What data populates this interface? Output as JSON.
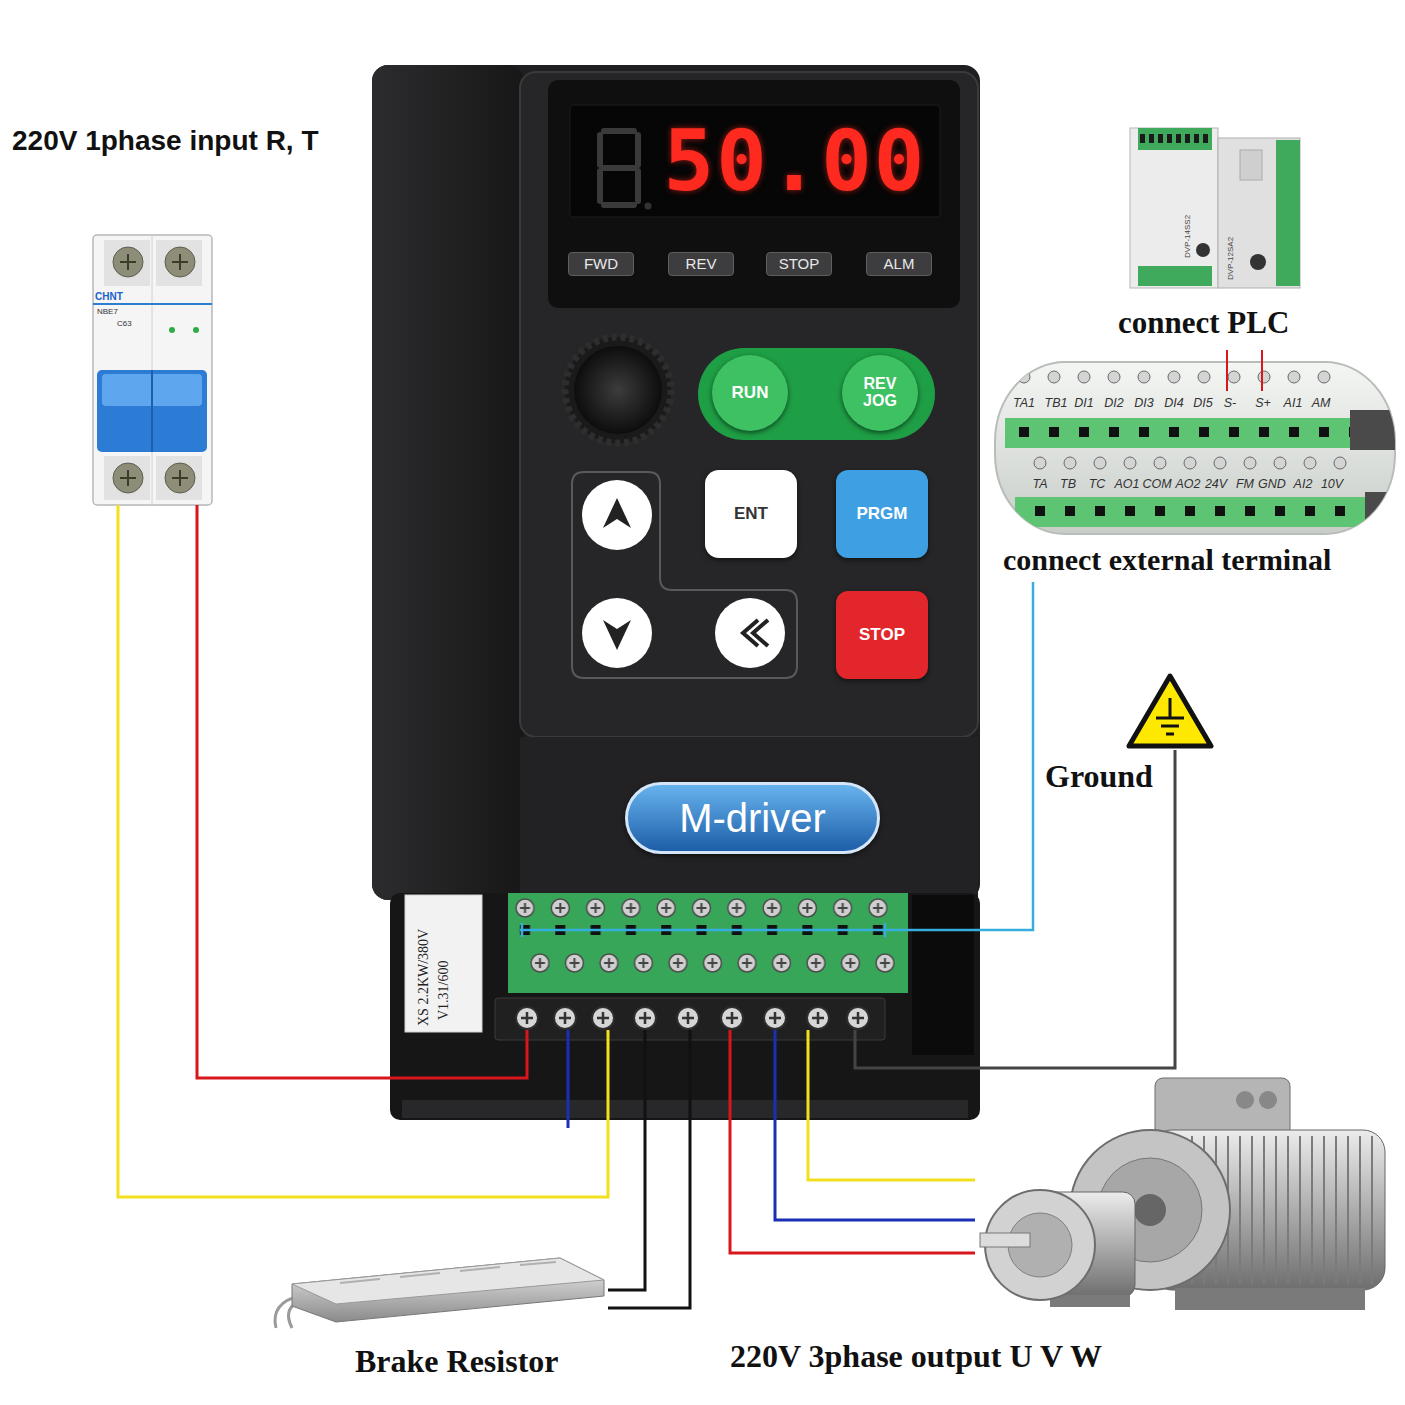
{
  "diagram": {
    "nodes": [
      {
        "text": [
          "220V 1phase input R, T",
          "CHNT",
          "NBE7",
          "C63"
        ]
      },
      {
        "text": [
          "XS 2.2KW/380V",
          "V1.31/600"
        ]
      },
      {
        "text": [
          "50.00"
        ],
        "in": 1
      },
      {
        "text": [
          "FWD"
        ],
        "in": 1
      },
      {
        "text": [
          "REV"
        ],
        "in": 1
      },
      {
        "text": [
          "STOP"
        ],
        "in": 1
      },
      {
        "text": [
          "ALM"
        ],
        "in": 1
      },
      {
        "text": [
          "RUN"
        ],
        "in": 1
      },
      {
        "text": [
          "REV JOG"
        ],
        "in": 1
      },
      {
        "text": [
          "ENT"
        ],
        "in": 1
      },
      {
        "text": [
          "PRGM"
        ],
        "in": 1
      },
      {
        "text": [
          "STOP"
        ],
        "in": 1
      },
      {
        "text": [
          "M-driver"
        ],
        "in": 1
      },
      {
        "text": [
          "DVP-14SS2",
          "DVP-12SA2",
          "connect PLC"
        ]
      },
      {
        "text": [
          "TA1",
          "TB1",
          "DI1",
          "DI2",
          "DI3",
          "DI4",
          "DI5",
          "S-",
          "S+",
          "AI1",
          "AM",
          "TA",
          "TB",
          "TC",
          "AO1",
          "COM",
          "AO2",
          "24V",
          "FM",
          "GND",
          "AI2",
          "10V",
          "connect external terminal"
        ]
      },
      {
        "text": [
          "Ground"
        ]
      },
      {
        "text": [
          "Brake Resistor"
        ]
      },
      {
        "text": [
          "220V 3phase output U V W"
        ]
      }
    ],
    "edges": [
      {
        "from": 0,
        "to": 1,
        "arrow": "none"
      },
      {
        "from": 0,
        "to": 1,
        "arrow": "none"
      },
      {
        "from": 1,
        "to": 16,
        "arrow": "none"
      },
      {
        "from": 1,
        "to": 16,
        "arrow": "none"
      },
      {
        "from": 1,
        "to": 17,
        "arrow": "none"
      },
      {
        "from": 1,
        "to": 17,
        "arrow": "none"
      },
      {
        "from": 1,
        "to": 17,
        "arrow": "none"
      },
      {
        "from": 1,
        "to": 15,
        "arrow": "none"
      },
      {
        "from": 14,
        "to": 1,
        "arrow": "none"
      }
    ]
  }
}
